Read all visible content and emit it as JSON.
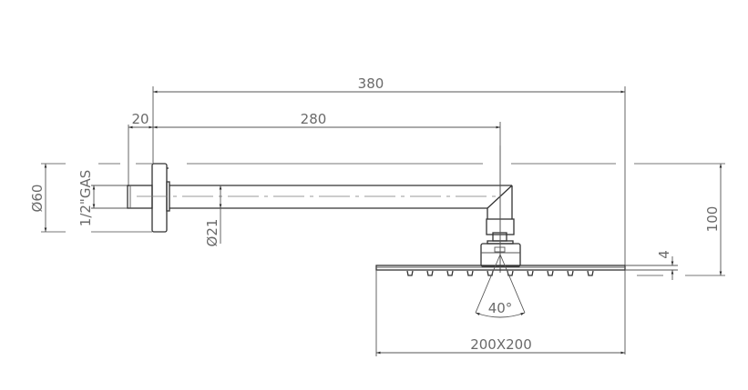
{
  "drawing": {
    "subject": "Wall-mounted shower arm with square shower head",
    "dimensions": {
      "overall_length": "380",
      "arm_length": "280",
      "flange_offset": "20",
      "flange_diameter": "Ø60",
      "thread": "1/2\"GAS",
      "arm_diameter": "Ø21",
      "height": "100",
      "head_thickness": "4",
      "head_size": "200X200",
      "spray_angle": "40°"
    },
    "colors": {
      "line": "#333333",
      "dimension_text": "#6a6a6a",
      "background": "#ffffff"
    }
  }
}
